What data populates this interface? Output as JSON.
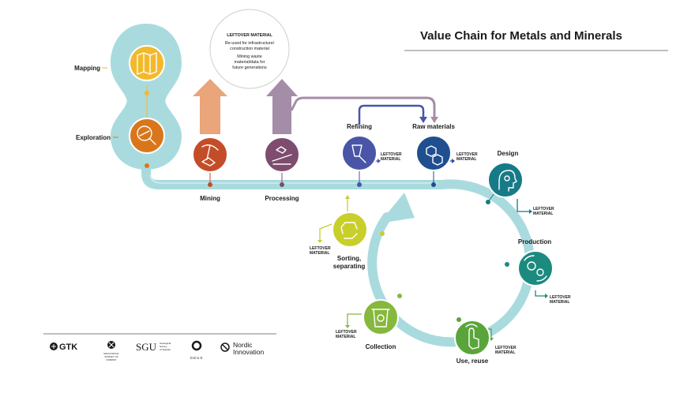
{
  "title": "Value Chain for Metals and Minerals",
  "leftover_box": {
    "heading": "LEFTOVER MATERIAL",
    "lines": [
      "Re-used for infrastructure/",
      "construction material",
      "Mining waste",
      "material/data for",
      "future generations"
    ]
  },
  "stages": {
    "mapping": "Mapping",
    "exploration": "Exploration",
    "mining": "Mining",
    "processing": "Processing",
    "refining": "Refining",
    "raw_materials": "Raw materials",
    "design": "Design",
    "production": "Production",
    "use_reuse": "Use, reuse",
    "collection": "Collection",
    "sorting_1": "Sorting,",
    "sorting_2": "separating"
  },
  "leftover_tag": [
    "LEFTOVER",
    "MATERIAL"
  ],
  "logos": {
    "gtk": "GTK",
    "ngu_1": "GEOLOGICAL",
    "ngu_2": "SURVEY OF",
    "ngu_3": "NORWAY",
    "sgu": "SGU",
    "sgu_sub_1": "Geological",
    "sgu_sub_2": "Survey",
    "sgu_sub_3": "of Sweden",
    "geus": "GEUS",
    "nordic_1": "Nordic",
    "nordic_2": "Innovation"
  },
  "colors": {
    "track": "#a9dbde",
    "orange_arrow": "#eaa57b",
    "purple_arrow": "#a48da7",
    "mapping": "#f2b92c",
    "exploration": "#d9761c",
    "mining": "#c44d29",
    "processing": "#7d4c6f",
    "refining": "#4a55a7",
    "raw_materials": "#1f4f8f",
    "design": "#177a87",
    "production": "#1c8a7f",
    "use_reuse": "#5aa53b",
    "collection": "#86b83d",
    "sorting": "#c8cf2b"
  },
  "icons": {
    "mapping": "folded-map-icon",
    "exploration": "magnifier-ore-icon",
    "mining": "pickaxe-ore-icon",
    "processing": "conveyor-ore-icon",
    "refining": "crucible-pour-icon",
    "raw_materials": "cubes-icon",
    "design": "head-gears-icon",
    "production": "gears-cycle-icon",
    "use_reuse": "hand-touch-icon",
    "collection": "recycle-bin-icon",
    "sorting": "recycle-arrows-icon"
  }
}
